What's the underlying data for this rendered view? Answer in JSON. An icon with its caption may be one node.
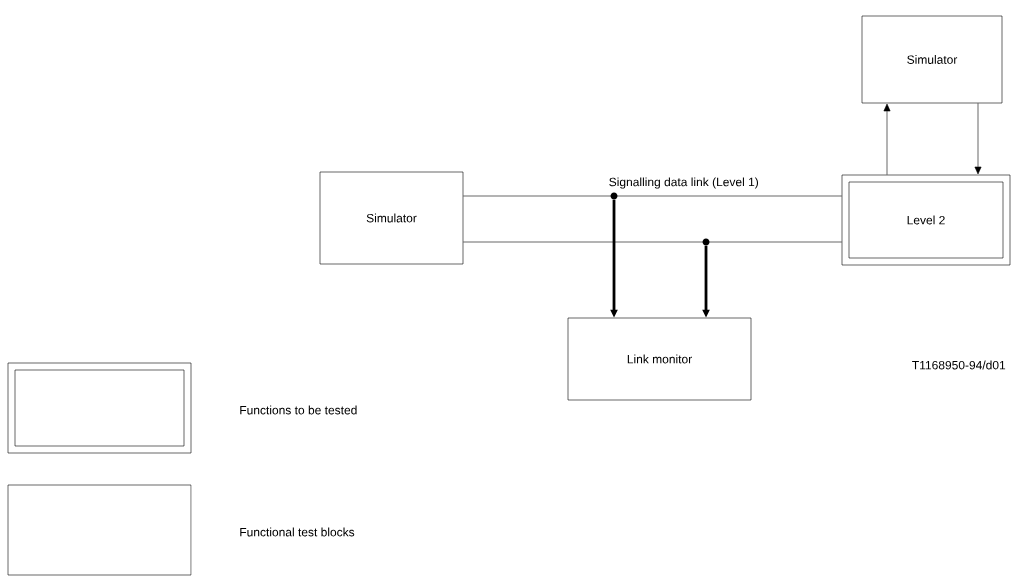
{
  "diagram": {
    "nodes": [
      {
        "text": [
          "Simulator"
        ]
      },
      {
        "text": [
          "Simulator"
        ]
      },
      {
        "text": [
          "Level 2"
        ]
      },
      {
        "text": [
          "Link monitor"
        ]
      },
      {
        "text": [],
        "shape": "circle"
      },
      {
        "text": [],
        "shape": "circle"
      }
    ],
    "edges": [
      {
        "from": 1,
        "to": 2,
        "arrow": "none",
        "label": "Signalling data link (Level 1)"
      },
      {
        "from": 1,
        "to": 2,
        "arrow": "none"
      },
      {
        "from": 4,
        "to": 3,
        "arrow": "to",
        "style": "thick"
      },
      {
        "from": 5,
        "to": 3,
        "arrow": "to",
        "style": "thick"
      },
      {
        "from": 2,
        "to": 0,
        "arrow": "to"
      },
      {
        "from": 0,
        "to": 2,
        "arrow": "to"
      }
    ],
    "labels": [
      "T1168950-94/d01"
    ],
    "legend": [
      {
        "text": "Functions to be tested"
      },
      {
        "text": "Functional test blocks"
      }
    ]
  }
}
